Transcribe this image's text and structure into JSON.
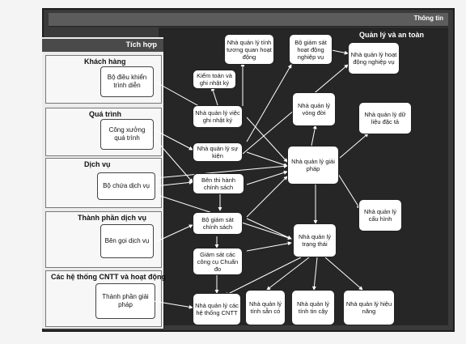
{
  "topbar": {
    "label": "Thông tin"
  },
  "right_panel": {
    "title": "Quản lý và an toàn"
  },
  "left_panel": {
    "title": "Tích hợp"
  },
  "categories": [
    {
      "label": "Khách hàng",
      "sub": "Bộ điều khiển trình diễn"
    },
    {
      "label": "Quá trình",
      "sub": "Công xưởng quá trình"
    },
    {
      "label": "Dịch vụ",
      "sub": "Bộ chứa dịch vụ"
    },
    {
      "label": "Thành phần dịch vụ",
      "sub": "Bên gọi dịch vụ"
    },
    {
      "label": "Các hệ thống CNTT và hoạt động",
      "sub": "Thành phần giải pháp"
    }
  ],
  "nodes": {
    "interaction": "Nhà quản lý tính tương quan hoạt động",
    "monitor": "Bộ giám sát hoạt động nghiệp vụ",
    "bizmgr": "Nhà quản lý hoạt động nghiệp vụ",
    "audit": "Kiểm toán và ghi nhật ký",
    "logmgr": "Nhà quản lý việc ghi nhật ký",
    "lifecycle": "Nhà quản lý vòng đời",
    "metadata": "Nhà quản lý dữ liệu đặc tả",
    "event": "Nhà quản lý sự kiện",
    "solution": "Nhà quản lý giải pháp",
    "policy": "Bên thi hành chính sách",
    "config": "Nhà quản lý cấu hình",
    "policymon": "Bộ giám sát chính sách",
    "state": "Nhà quản lý trạng thái",
    "tools": "Giám sát các công cụ Chuẩn đo",
    "itsys": "Nhà quản lý các hệ thống CNTT",
    "avail": "Nhà quản lý tính sẵn có",
    "trust": "Nhà quản lý tính tin cậy",
    "perf": "Nhà quản lý hiệu năng"
  }
}
